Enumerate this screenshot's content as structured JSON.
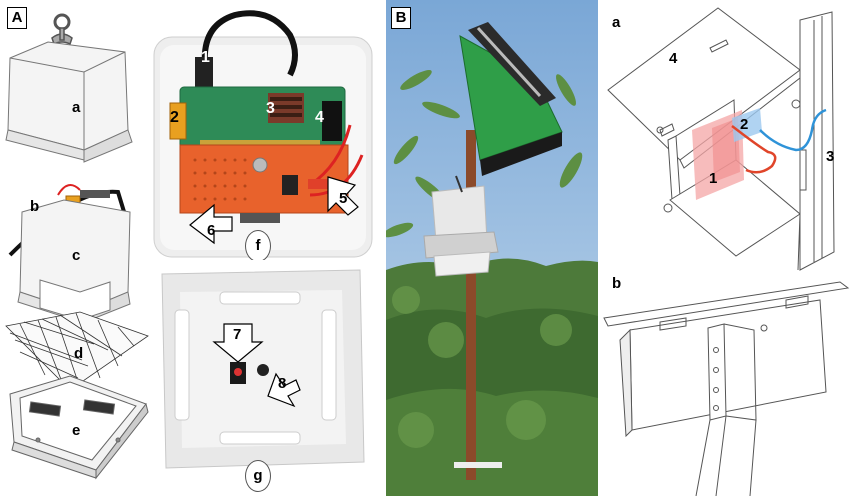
{
  "panelA": {
    "tag": "A",
    "parts": {
      "a": "a",
      "b": "b",
      "c": "c",
      "d": "d",
      "e": "e"
    },
    "photo_top": {
      "label": "f",
      "callouts": [
        "1",
        "2",
        "3",
        "4",
        "5",
        "6"
      ]
    },
    "photo_bottom": {
      "label": "g",
      "callouts": [
        "7",
        "8"
      ]
    }
  },
  "panelB": {
    "tag": "B"
  },
  "panelRight": {
    "a": {
      "label": "a",
      "parts": [
        "1",
        "2",
        "3",
        "4"
      ]
    },
    "b": {
      "label": "b"
    }
  },
  "colors": {
    "pcb_green": "#2e8b57",
    "proto_orange": "#e8622c",
    "sky": "#a9c8e6",
    "foliage": "#4d7a3a",
    "highlight_red": "#f4a6a6",
    "highlight_blue": "#9cc8ef"
  }
}
